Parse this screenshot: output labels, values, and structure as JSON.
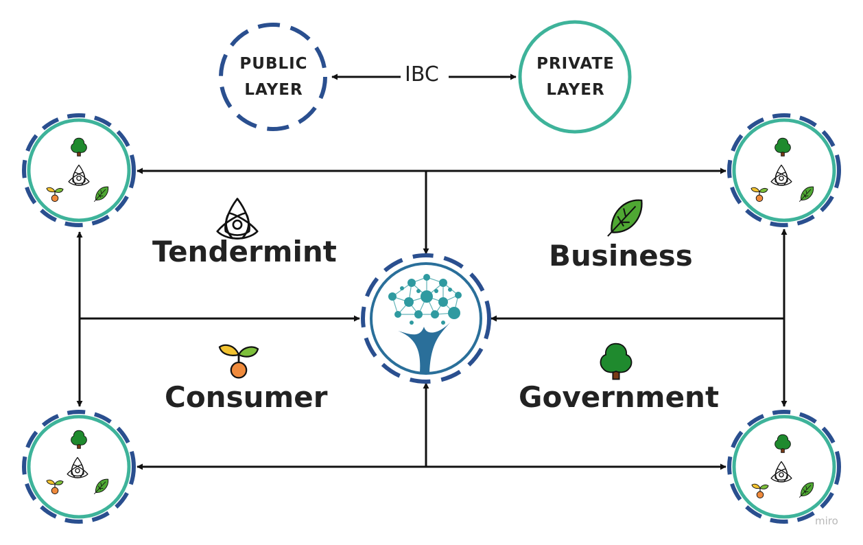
{
  "layers": {
    "public": "PUBLIC\nLAYER",
    "private": "PRIVATE\nLAYER",
    "connector": "IBC"
  },
  "quadrants": {
    "top_left": "Tendermint",
    "top_right": "Business",
    "bottom_left": "Consumer",
    "bottom_right": "Government"
  },
  "watermark": "miro",
  "colors": {
    "public_ring": "#2a4f8f",
    "private_ring": "#3eb39a",
    "line": "#111111",
    "tree_green": "#1f8a2e",
    "leaf_green": "#4fa833",
    "seed_orange": "#ef8a3c",
    "hub_teal": "#2f9aa0"
  },
  "icons": [
    "tendermint-icon",
    "leaf-icon",
    "sprout-icon",
    "tree-icon",
    "network-tree-icon"
  ]
}
